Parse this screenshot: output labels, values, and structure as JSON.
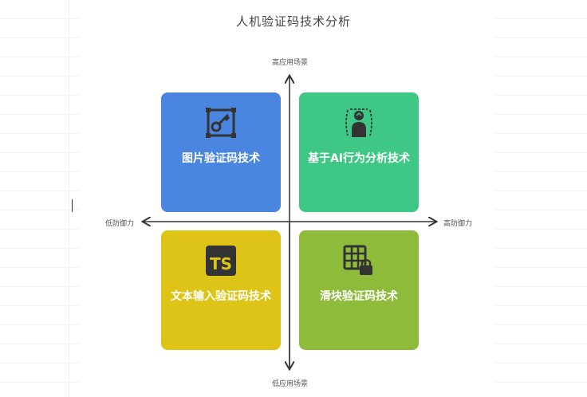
{
  "title": "人机验证码技术分析",
  "axes": {
    "y_top": "高应用场景",
    "y_bottom": "低应用场景",
    "x_left": "低防御力",
    "x_right": "高防御力"
  },
  "quadrants": [
    {
      "position": "top-left",
      "label": "图片验证码技术",
      "color": "#4a86e0",
      "icon": "image-key-icon"
    },
    {
      "position": "top-right",
      "label": "基于AI行为分析技术",
      "color": "#3ec785",
      "icon": "person-scan-icon"
    },
    {
      "position": "bottom-left",
      "label": "文本输入验证码技术",
      "color": "#ddc417",
      "icon": "ts-text-icon",
      "icon_text": "TS"
    },
    {
      "position": "bottom-right",
      "label": "滑块验证码技术",
      "color": "#8fbb3b",
      "icon": "grid-lock-icon"
    }
  ]
}
